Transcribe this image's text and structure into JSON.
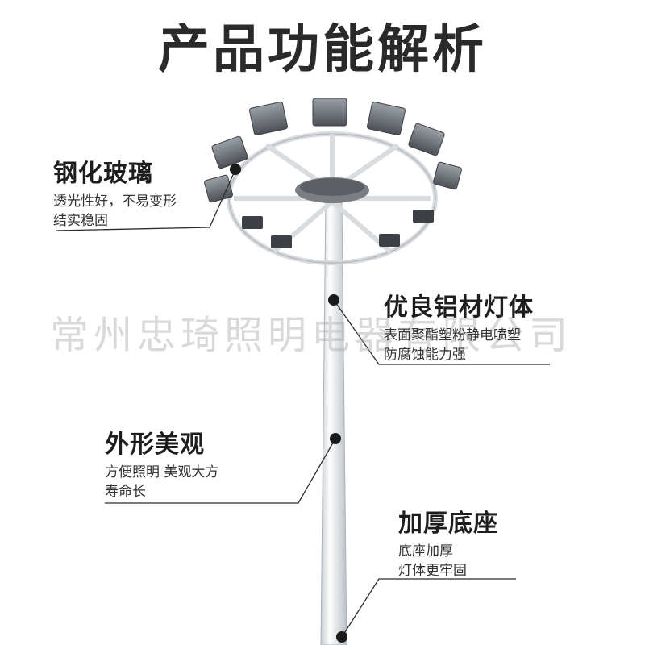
{
  "title": "产品功能解析",
  "watermark": "常州忠琦照明电器有限公司",
  "features": [
    {
      "heading": "钢化玻璃",
      "desc_line1": "透光性好，不易变形",
      "desc_line2": "结实稳固"
    },
    {
      "heading": "优良铝材灯体",
      "desc_line1": "表面聚酯塑粉静电喷塑",
      "desc_line2": "防腐蚀能力强"
    },
    {
      "heading": "外形美观",
      "desc_line1": "方便照明 美观大方",
      "desc_line2": "寿命长"
    },
    {
      "heading": "加厚底座",
      "desc_line1": "底座加厚",
      "desc_line2": "灯体更牢固"
    }
  ],
  "colors": {
    "pole": "#eef2f6",
    "ring": "#e6e8ea",
    "fixture": "#6b6f73",
    "leader": "#2a2a2a"
  },
  "icons": [
    "floodlight-icon",
    "callout-dot-icon"
  ]
}
